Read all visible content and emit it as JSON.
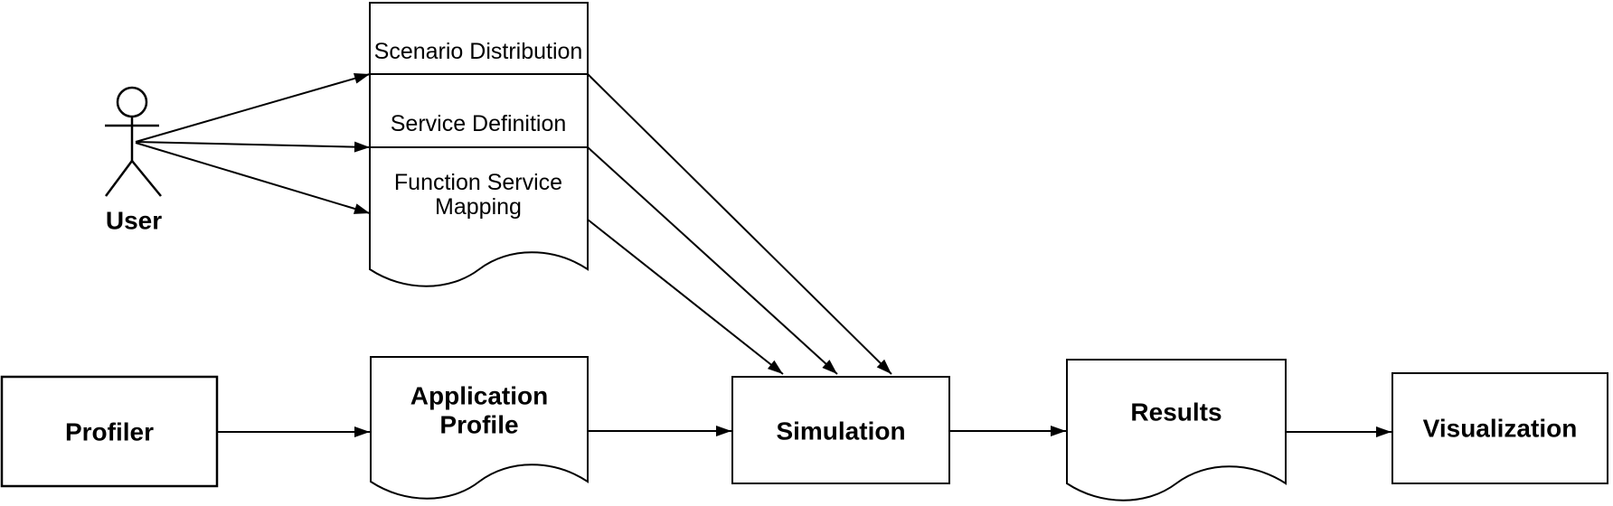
{
  "diagram": {
    "user": {
      "label": "User"
    },
    "config_document": {
      "sections": [
        {
          "label": "Scenario Distribution"
        },
        {
          "label": "Service Definition"
        },
        {
          "label_line1": "Function Service",
          "label_line2": "Mapping"
        }
      ]
    },
    "nodes": {
      "profiler": {
        "label": "Profiler"
      },
      "application_profile": {
        "label_line1": "Application",
        "label_line2": "Profile"
      },
      "simulation": {
        "label": "Simulation"
      },
      "results": {
        "label": "Results"
      },
      "visualization": {
        "label": "Visualization"
      }
    },
    "colors": {
      "stroke": "#000000",
      "background": "#ffffff",
      "text": "#000000"
    }
  }
}
